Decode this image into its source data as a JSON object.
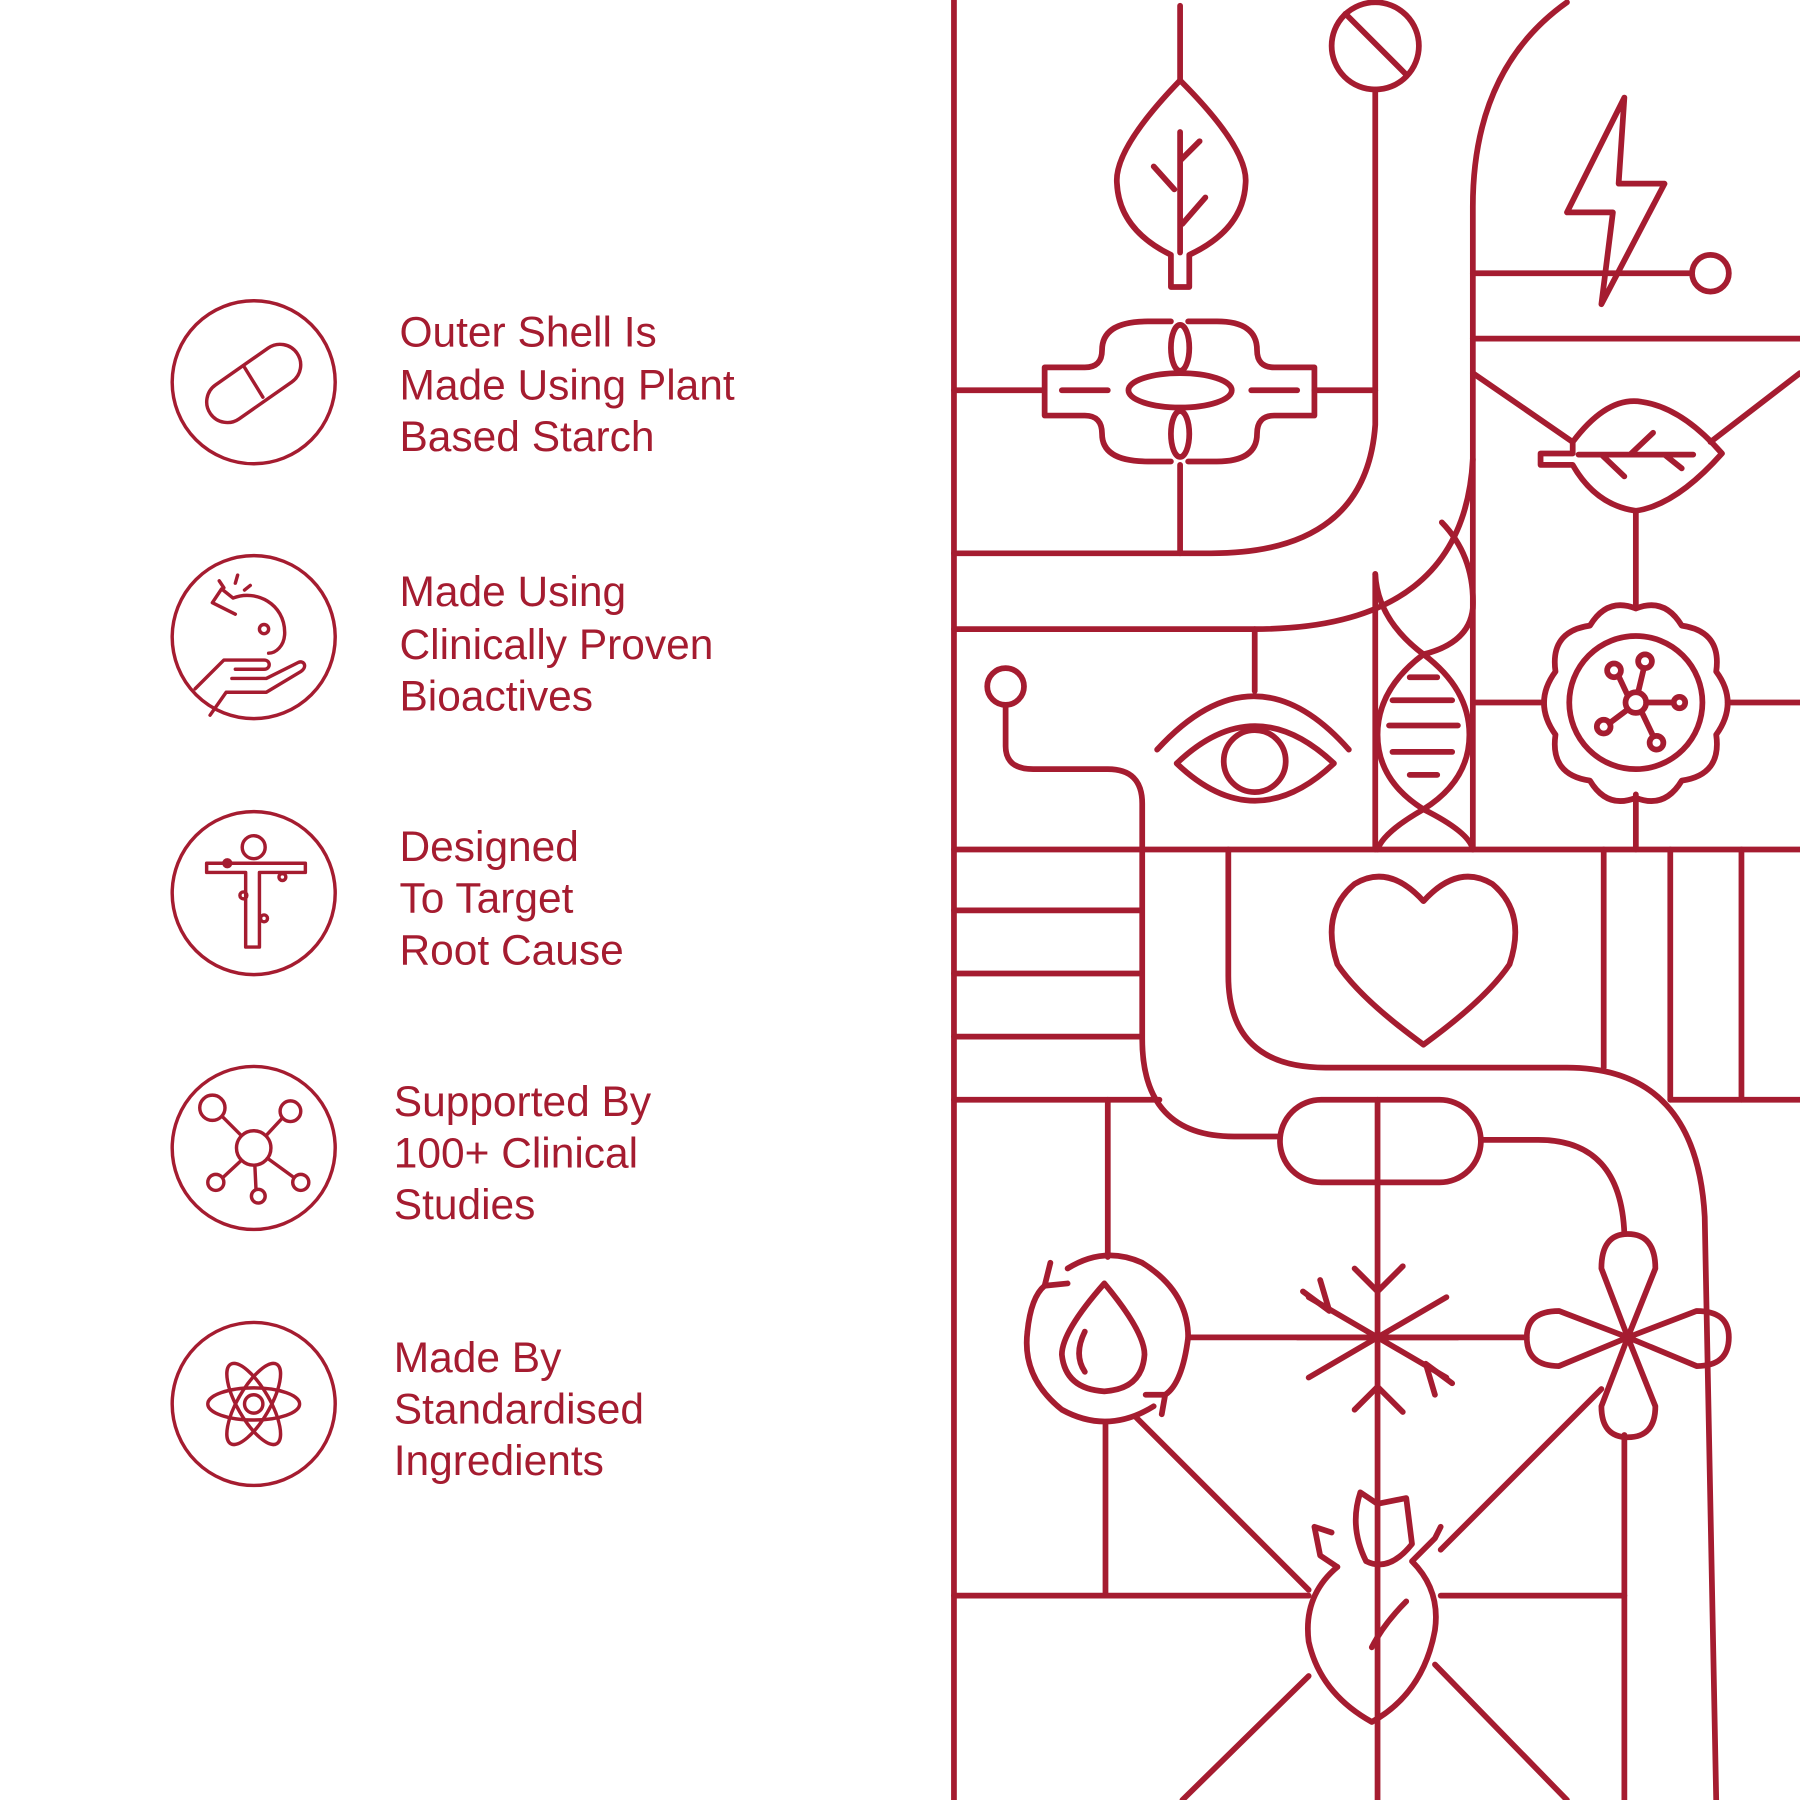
{
  "colors": {
    "accent": "#A51C30",
    "background": "#FFFFFF"
  },
  "features": [
    {
      "icon": "capsule-icon",
      "lines": [
        "Outer Shell Is",
        "Made Using Plant",
        "Based Starch"
      ]
    },
    {
      "icon": "hand-flask-icon",
      "lines": [
        "Made Using",
        "Clinically Proven",
        "Bioactives"
      ]
    },
    {
      "icon": "body-target-icon",
      "lines": [
        "Designed",
        "To Target",
        "Root Cause"
      ]
    },
    {
      "icon": "molecule-icon",
      "lines": [
        "Supported By",
        "100+ Clinical",
        "Studies"
      ]
    },
    {
      "icon": "atom-icon",
      "lines": [
        "Made By",
        "Standardised",
        "Ingredients"
      ]
    }
  ]
}
